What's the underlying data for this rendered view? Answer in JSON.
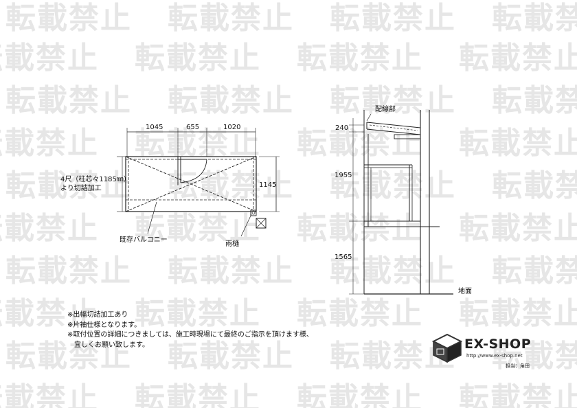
{
  "watermark": {
    "text": "転載禁止"
  },
  "plan_view": {
    "dims_top": [
      "1045",
      "655",
      "1020"
    ],
    "dim_right": "1145",
    "note_cut": [
      "4尺（柱芯々1185㎜）",
      "より切詰加工"
    ],
    "label_existing_balcony": "既存バルコニー",
    "label_gutter": "雨樋"
  },
  "elevation_view": {
    "label_wiring": "配線部",
    "dims": [
      "240",
      "1955",
      "1565"
    ],
    "label_ground": "地面"
  },
  "notes": [
    "※出幅切詰加工あり",
    "※片袖仕様となります。",
    "※取付位置の詳細につきましては、施工時現場にて最終のご指示を頂けます様、",
    "宜しくお願い致します。"
  ],
  "brand": {
    "name": "EX-SHOP",
    "url": "http://www.ex-shop.net",
    "staff": "担当：角田"
  }
}
